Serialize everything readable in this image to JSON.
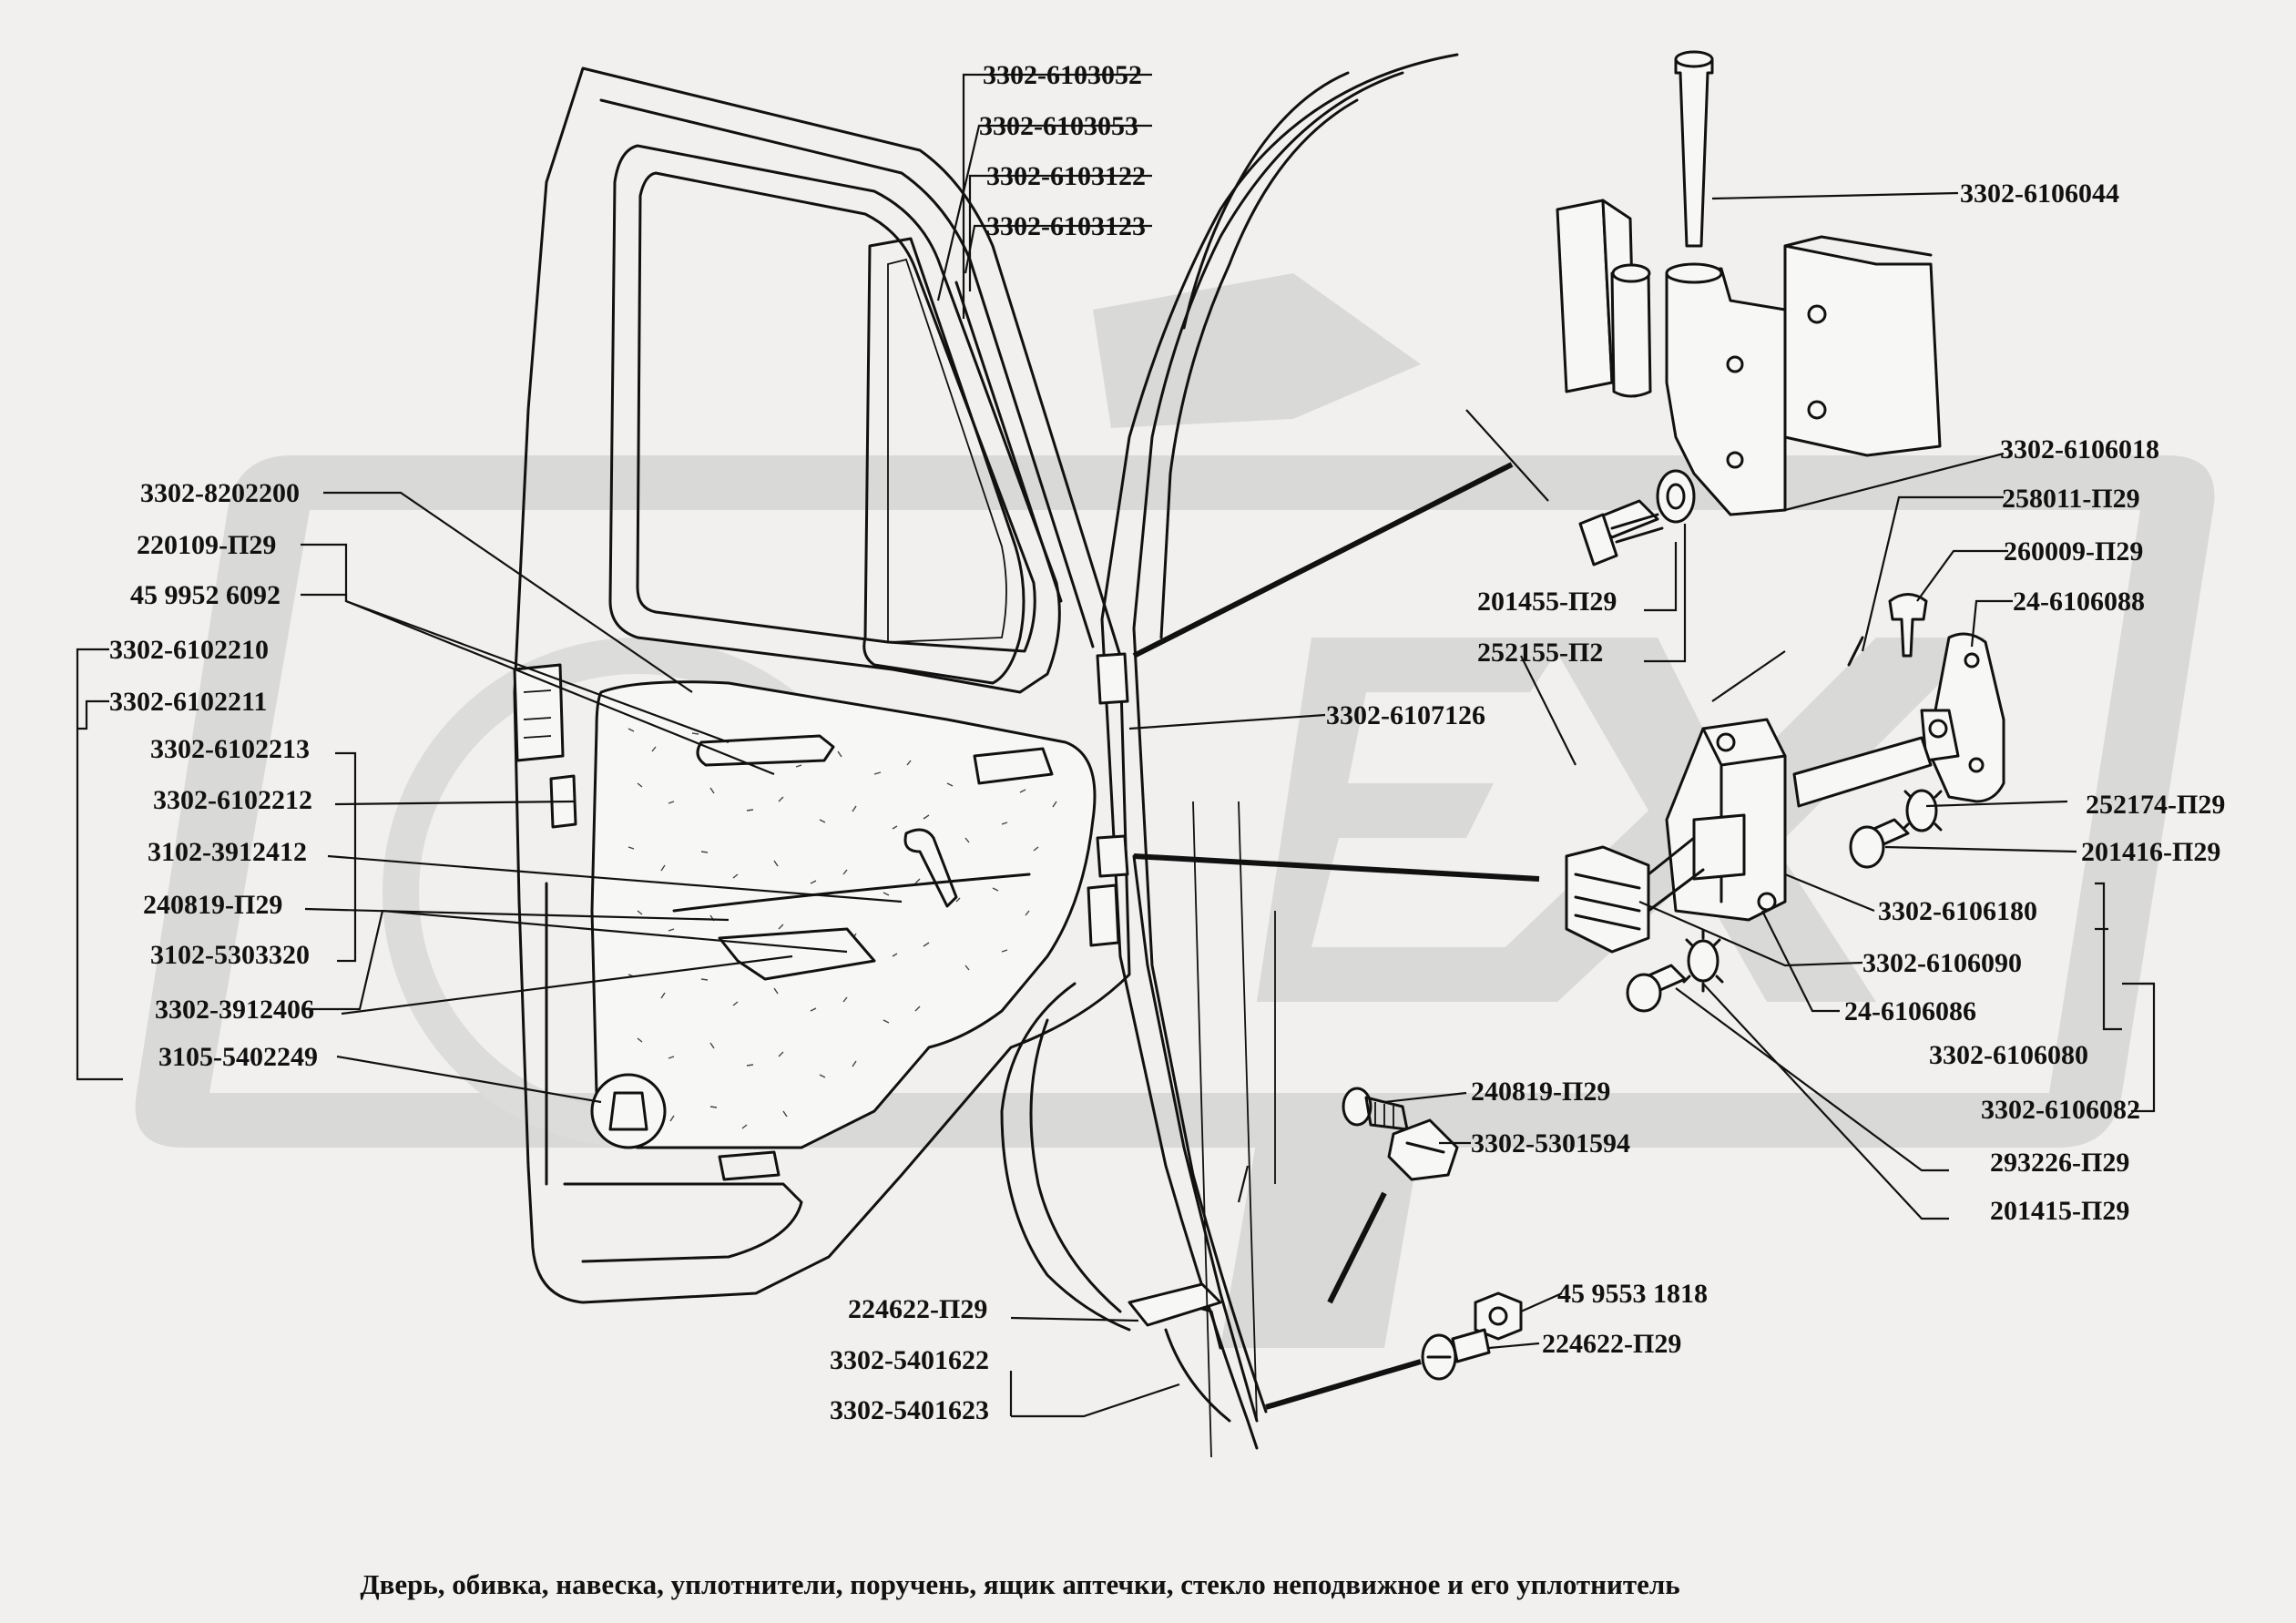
{
  "caption": "Дверь, обивка, навеска, уплотнители, поручень, ящик аптечки, стекло неподвижное и его уплотнитель",
  "watermark_text": "ОПЕХ",
  "colors": {
    "background": "#f1f0ee",
    "ink": "#111111",
    "watermark": "#d9d9d7"
  },
  "labels": [
    {
      "id": "l01",
      "text": "3302-6103052"
    },
    {
      "id": "l02",
      "text": "3302-6103053"
    },
    {
      "id": "l03",
      "text": "3302-6103122"
    },
    {
      "id": "l04",
      "text": "3302-6103123"
    },
    {
      "id": "l05",
      "text": "3302-6106044"
    },
    {
      "id": "l06",
      "text": "3302-6106018"
    },
    {
      "id": "l07",
      "text": "258011-П29"
    },
    {
      "id": "l08",
      "text": "260009-П29"
    },
    {
      "id": "l09",
      "text": "24-6106088"
    },
    {
      "id": "l10",
      "text": "201455-П29"
    },
    {
      "id": "l11",
      "text": "252155-П2"
    },
    {
      "id": "l12",
      "text": "3302-6107126"
    },
    {
      "id": "l13",
      "text": "252174-П29"
    },
    {
      "id": "l14",
      "text": "201416-П29"
    },
    {
      "id": "l15",
      "text": "3302-6106180"
    },
    {
      "id": "l16",
      "text": "3302-6106090"
    },
    {
      "id": "l17",
      "text": "24-6106086"
    },
    {
      "id": "l18",
      "text": "3302-6106080"
    },
    {
      "id": "l19",
      "text": "3302-6106082"
    },
    {
      "id": "l20",
      "text": "240819-П29"
    },
    {
      "id": "l21",
      "text": "3302-5301594"
    },
    {
      "id": "l22",
      "text": "293226-П29"
    },
    {
      "id": "l23",
      "text": "201415-П29"
    },
    {
      "id": "l24",
      "text": "45 9553 1818"
    },
    {
      "id": "l25",
      "text": "224622-П29"
    },
    {
      "id": "l26",
      "text": "224622-П29"
    },
    {
      "id": "l27",
      "text": "3302-5401622"
    },
    {
      "id": "l28",
      "text": "3302-5401623"
    },
    {
      "id": "l29",
      "text": "3302-8202200"
    },
    {
      "id": "l30",
      "text": "220109-П29"
    },
    {
      "id": "l31",
      "text": "45 9952 6092"
    },
    {
      "id": "l32",
      "text": "3302-6102210"
    },
    {
      "id": "l33",
      "text": "3302-6102211"
    },
    {
      "id": "l34",
      "text": "3302-6102213"
    },
    {
      "id": "l35",
      "text": "3302-6102212"
    },
    {
      "id": "l36",
      "text": "3102-3912412"
    },
    {
      "id": "l37",
      "text": "240819-П29"
    },
    {
      "id": "l38",
      "text": "3102-5303320"
    },
    {
      "id": "l39",
      "text": "3302-3912406"
    },
    {
      "id": "l40",
      "text": "3105-5402249"
    }
  ]
}
